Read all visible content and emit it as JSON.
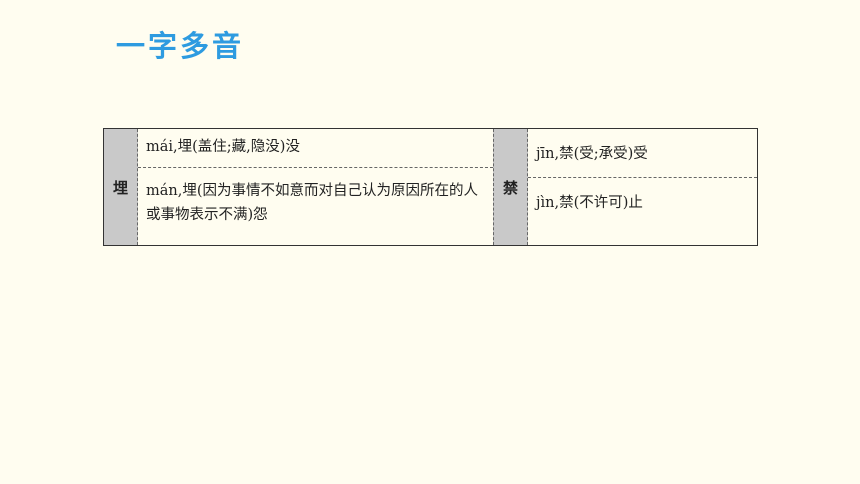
{
  "title": "一字多音",
  "entries": [
    {
      "char": "埋",
      "readings": [
        "mái,埋(盖住;藏,隐没)没",
        "mán,埋(因为事情不如意而对自己认为原因所在的人或事物表示不满)怨"
      ]
    },
    {
      "char": "禁",
      "readings": [
        "jīn,禁(受;承受)受",
        "jìn,禁(不许可)止"
      ]
    }
  ]
}
